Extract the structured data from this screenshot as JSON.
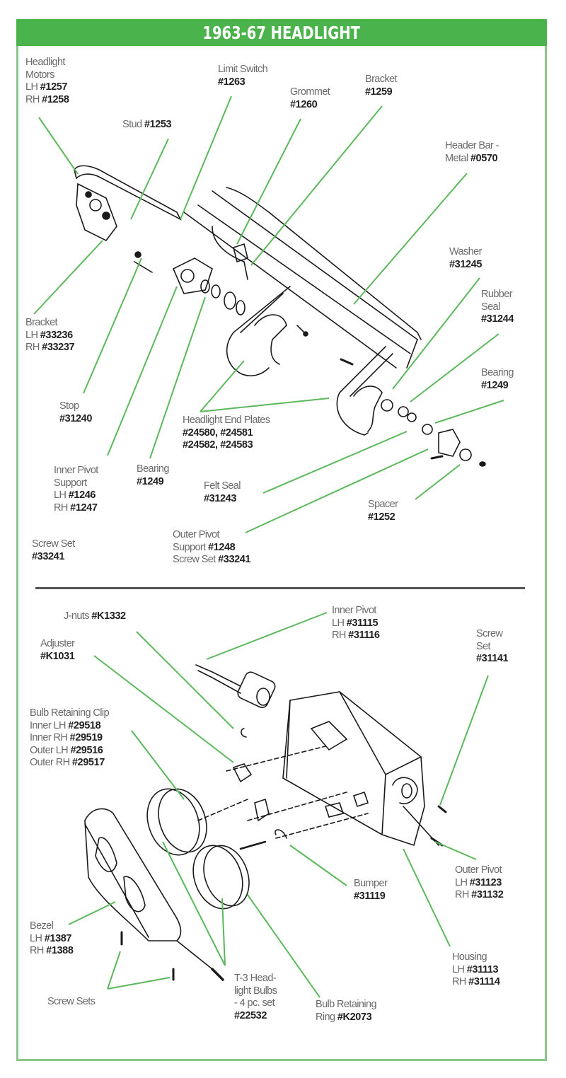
{
  "title": "1963-67 HEADLIGHT",
  "colors": {
    "header": "#4bb34b",
    "border": "#8cc48c",
    "leader": "#5cb85c",
    "part_number": "#222222",
    "label": "#6a6a6a"
  },
  "top_section": {
    "labels": [
      {
        "id": "headlight-motors",
        "lines": [
          {
            "t": "Headlight",
            "n": ""
          },
          {
            "t": "Motors",
            "n": ""
          },
          {
            "t": "LH ",
            "n": "#1257"
          },
          {
            "t": "RH ",
            "n": "#1258"
          }
        ]
      },
      {
        "id": "limit-switch",
        "lines": [
          {
            "t": "Limit Switch",
            "n": ""
          },
          {
            "t": "",
            "n": "#1263"
          }
        ]
      },
      {
        "id": "stud",
        "lines": [
          {
            "t": "Stud ",
            "n": "#1253"
          }
        ]
      },
      {
        "id": "grommet",
        "lines": [
          {
            "t": "Grommet",
            "n": ""
          },
          {
            "t": "",
            "n": "#1260"
          }
        ]
      },
      {
        "id": "bracket-1259",
        "lines": [
          {
            "t": "Bracket",
            "n": ""
          },
          {
            "t": "",
            "n": "#1259"
          }
        ]
      },
      {
        "id": "header-bar",
        "lines": [
          {
            "t": "Header Bar -",
            "n": ""
          },
          {
            "t": "Metal ",
            "n": "#0570"
          }
        ]
      },
      {
        "id": "washer",
        "lines": [
          {
            "t": "Washer",
            "n": ""
          },
          {
            "t": "",
            "n": "#31245"
          }
        ]
      },
      {
        "id": "rubber-seal",
        "lines": [
          {
            "t": "Rubber",
            "n": ""
          },
          {
            "t": "Seal",
            "n": ""
          },
          {
            "t": "",
            "n": "#31244"
          }
        ]
      },
      {
        "id": "bearing-right",
        "lines": [
          {
            "t": "Bearing",
            "n": ""
          },
          {
            "t": "",
            "n": "#1249"
          }
        ]
      },
      {
        "id": "bracket-lh-rh",
        "lines": [
          {
            "t": "Bracket",
            "n": ""
          },
          {
            "t": "LH ",
            "n": "#33236"
          },
          {
            "t": "RH ",
            "n": "#33237"
          }
        ]
      },
      {
        "id": "stop",
        "lines": [
          {
            "t": "Stop",
            "n": ""
          },
          {
            "t": "",
            "n": "#31240"
          }
        ]
      },
      {
        "id": "headlight-end-plates",
        "lines": [
          {
            "t": "Headlight End Plates",
            "n": ""
          },
          {
            "t": "",
            "n": "#24580, #24581"
          },
          {
            "t": "",
            "n": "#24582, #24583"
          }
        ]
      },
      {
        "id": "inner-pivot-support",
        "lines": [
          {
            "t": "Inner Pivot",
            "n": ""
          },
          {
            "t": "Support",
            "n": ""
          },
          {
            "t": "LH ",
            "n": "#1246"
          },
          {
            "t": "RH ",
            "n": "#1247"
          }
        ]
      },
      {
        "id": "bearing-left",
        "lines": [
          {
            "t": "Bearing",
            "n": ""
          },
          {
            "t": "",
            "n": "#1249"
          }
        ]
      },
      {
        "id": "felt-seal",
        "lines": [
          {
            "t": "Felt Seal",
            "n": ""
          },
          {
            "t": "",
            "n": "#31243"
          }
        ]
      },
      {
        "id": "spacer",
        "lines": [
          {
            "t": "Spacer",
            "n": ""
          },
          {
            "t": "",
            "n": "#1252"
          }
        ]
      },
      {
        "id": "screw-set-top",
        "lines": [
          {
            "t": "Screw Set",
            "n": ""
          },
          {
            "t": "",
            "n": "#33241"
          }
        ]
      },
      {
        "id": "outer-pivot-support",
        "lines": [
          {
            "t": "Outer Pivot",
            "n": ""
          },
          {
            "t": "Support ",
            "n": "#1248"
          },
          {
            "t": "Screw Set ",
            "n": "#33241"
          }
        ]
      }
    ]
  },
  "bottom_section": {
    "labels": [
      {
        "id": "j-nuts",
        "lines": [
          {
            "t": "J-nuts ",
            "n": "#K1332"
          }
        ]
      },
      {
        "id": "inner-pivot",
        "lines": [
          {
            "t": "Inner Pivot",
            "n": ""
          },
          {
            "t": "LH ",
            "n": "#31115"
          },
          {
            "t": "RH ",
            "n": "#31116"
          }
        ]
      },
      {
        "id": "adjuster",
        "lines": [
          {
            "t": "Adjuster",
            "n": ""
          },
          {
            "t": "",
            "n": "#K1031"
          }
        ]
      },
      {
        "id": "screw-set-bottom",
        "lines": [
          {
            "t": "Screw",
            "n": ""
          },
          {
            "t": "Set",
            "n": ""
          },
          {
            "t": "",
            "n": "#31141"
          }
        ]
      },
      {
        "id": "bulb-retaining-clip",
        "lines": [
          {
            "t": "Bulb Retaining Clip",
            "n": ""
          },
          {
            "t": "Inner LH ",
            "n": "#29518"
          },
          {
            "t": "Inner RH ",
            "n": "#29519"
          },
          {
            "t": "Outer LH ",
            "n": "#29516"
          },
          {
            "t": "Outer RH ",
            "n": "#29517"
          }
        ]
      },
      {
        "id": "outer-pivot",
        "lines": [
          {
            "t": "Outer Pivot",
            "n": ""
          },
          {
            "t": "LH ",
            "n": "#31123"
          },
          {
            "t": "RH ",
            "n": "#31132"
          }
        ]
      },
      {
        "id": "bumper",
        "lines": [
          {
            "t": "Bumper",
            "n": ""
          },
          {
            "t": "",
            "n": "#31119"
          }
        ]
      },
      {
        "id": "bezel",
        "lines": [
          {
            "t": "Bezel",
            "n": ""
          },
          {
            "t": "LH ",
            "n": "#1387"
          },
          {
            "t": "RH ",
            "n": "#1388"
          }
        ]
      },
      {
        "id": "housing",
        "lines": [
          {
            "t": "Housing",
            "n": ""
          },
          {
            "t": "LH ",
            "n": "#31113"
          },
          {
            "t": "RH ",
            "n": "#31114"
          }
        ]
      },
      {
        "id": "screw-sets",
        "lines": [
          {
            "t": "Screw Sets",
            "n": ""
          }
        ]
      },
      {
        "id": "t3-headlight-bulbs",
        "lines": [
          {
            "t": "T-3 Head-",
            "n": ""
          },
          {
            "t": "light Bulbs",
            "n": ""
          },
          {
            "t": "- 4 pc. set",
            "n": ""
          },
          {
            "t": "",
            "n": "#22532"
          }
        ]
      },
      {
        "id": "bulb-retaining-ring",
        "lines": [
          {
            "t": "Bulb Retaining",
            "n": ""
          },
          {
            "t": "Ring ",
            "n": "#K2073"
          }
        ]
      }
    ]
  }
}
